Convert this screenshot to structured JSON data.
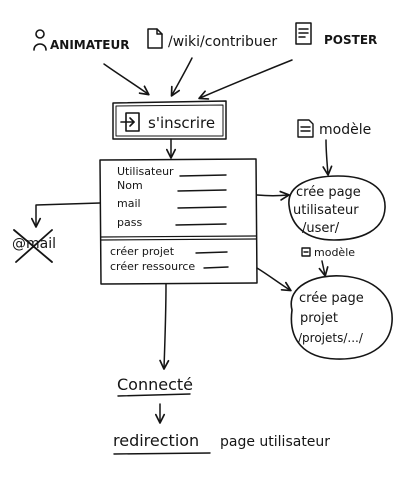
{
  "sources": {
    "animateur": "ANIMATEUR",
    "wiki": "/wiki/contribuer",
    "poster": "POSTER"
  },
  "register": {
    "label": "s'inscrire"
  },
  "form": {
    "fields": [
      "Utilisateur",
      "Nom",
      "mail",
      "pass"
    ],
    "actions": [
      "créer projet",
      "créer ressource"
    ]
  },
  "mail_blocked": "@mail",
  "user_page": {
    "template": "modèle",
    "lines": [
      "crée page",
      "utilisateur",
      "/user/"
    ]
  },
  "project_page": {
    "template": "modèle",
    "lines": [
      "crée page",
      "projet",
      "/projets/.../"
    ]
  },
  "outcome": {
    "connected": "Connecté",
    "redirect_word": "redirection",
    "redirect_rest": "page utilisateur"
  }
}
